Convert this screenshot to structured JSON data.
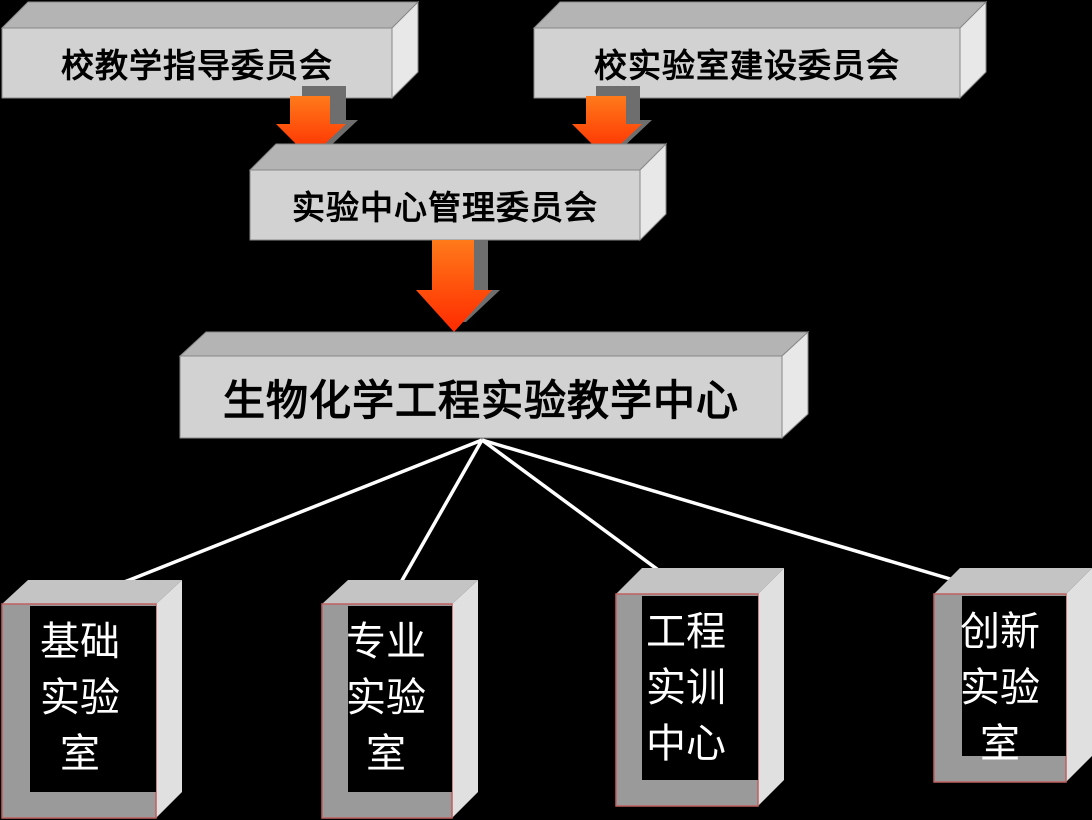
{
  "top_left": {
    "title": "校教学指导委员会"
  },
  "top_right": {
    "title": "校实验室建设委员会"
  },
  "middle": {
    "title": "实验中心管理委员会"
  },
  "center": {
    "title": "生物化学工程实验教学中心"
  },
  "units": [
    {
      "lines": [
        "基础",
        "实验",
        "室"
      ]
    },
    {
      "lines": [
        "专业",
        "实验",
        "室"
      ]
    },
    {
      "lines": [
        "工程",
        "实训",
        "中心"
      ]
    },
    {
      "lines": [
        "创新",
        "实验",
        "室"
      ]
    }
  ],
  "colors": {
    "box_face": "#d2d2d2",
    "box_top": "#a0a0a0",
    "box_side": "#e6e6e6",
    "arrow_orange": "#ff5a00",
    "connector": "#ffffff"
  }
}
